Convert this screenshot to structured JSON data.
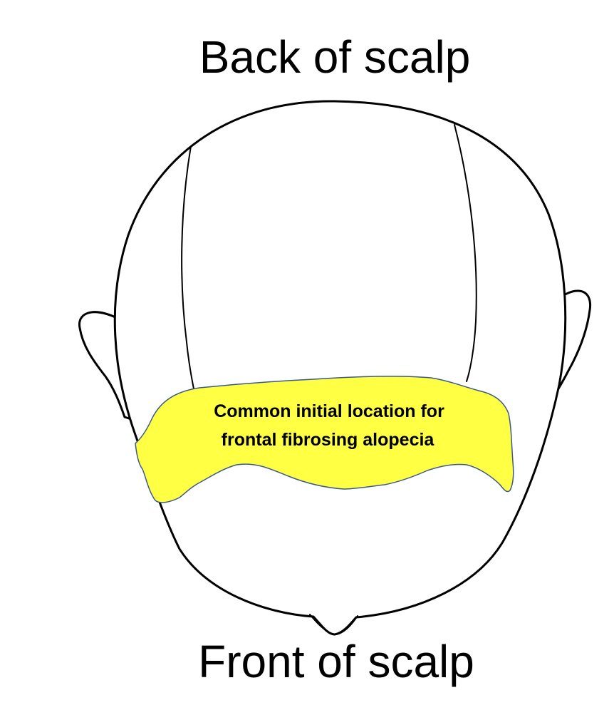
{
  "labels": {
    "top": "Back of scalp",
    "bottom": "Front of scalp",
    "region_line1": "Common initial location for",
    "region_line2": "frontal fibrosing alopecia"
  },
  "colors": {
    "highlight": "#ffff44",
    "outline": "#000000",
    "region_border": "#3b5a8a"
  }
}
